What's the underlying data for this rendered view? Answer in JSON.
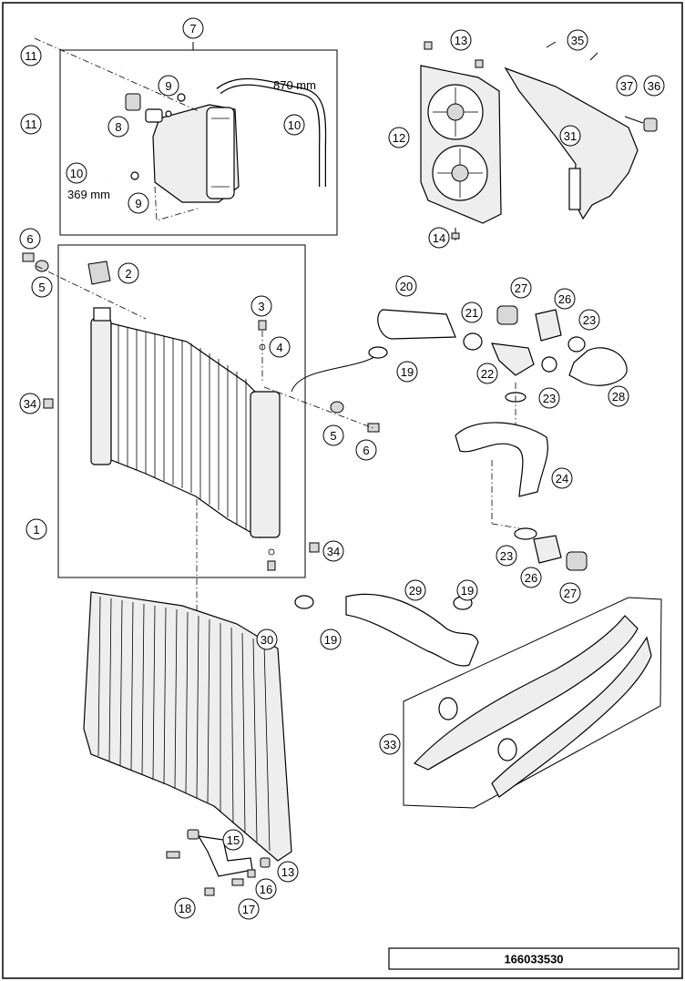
{
  "document_number": "166033530",
  "dimensions": {
    "hose_long": "870 mm",
    "hose_short": "369 mm"
  },
  "callouts": [
    {
      "id": "c7",
      "label": "7"
    },
    {
      "id": "c11a",
      "label": "11"
    },
    {
      "id": "c11b",
      "label": "11"
    },
    {
      "id": "c9a",
      "label": "9"
    },
    {
      "id": "c8",
      "label": "8"
    },
    {
      "id": "c10a",
      "label": "10"
    },
    {
      "id": "c10b",
      "label": "10"
    },
    {
      "id": "c9b",
      "label": "9"
    },
    {
      "id": "c13a",
      "label": "13"
    },
    {
      "id": "c35",
      "label": "35"
    },
    {
      "id": "c12",
      "label": "12"
    },
    {
      "id": "c31",
      "label": "31"
    },
    {
      "id": "c37",
      "label": "37"
    },
    {
      "id": "c36",
      "label": "36"
    },
    {
      "id": "c14",
      "label": "14"
    },
    {
      "id": "c6a",
      "label": "6"
    },
    {
      "id": "c5a",
      "label": "5"
    },
    {
      "id": "c2",
      "label": "2"
    },
    {
      "id": "c3",
      "label": "3"
    },
    {
      "id": "c4",
      "label": "4"
    },
    {
      "id": "c34a",
      "label": "34"
    },
    {
      "id": "c5b",
      "label": "5"
    },
    {
      "id": "c6b",
      "label": "6"
    },
    {
      "id": "c1",
      "label": "1"
    },
    {
      "id": "c34b",
      "label": "34"
    },
    {
      "id": "c20",
      "label": "20"
    },
    {
      "id": "c21",
      "label": "21"
    },
    {
      "id": "c27a",
      "label": "27"
    },
    {
      "id": "c26a",
      "label": "26"
    },
    {
      "id": "c23a",
      "label": "23"
    },
    {
      "id": "c19a",
      "label": "19"
    },
    {
      "id": "c22",
      "label": "22"
    },
    {
      "id": "c23b",
      "label": "23"
    },
    {
      "id": "c28",
      "label": "28"
    },
    {
      "id": "c24",
      "label": "24"
    },
    {
      "id": "c23c",
      "label": "23"
    },
    {
      "id": "c26b",
      "label": "26"
    },
    {
      "id": "c27b",
      "label": "27"
    },
    {
      "id": "c29",
      "label": "29"
    },
    {
      "id": "c19b",
      "label": "19"
    },
    {
      "id": "c19c",
      "label": "19"
    },
    {
      "id": "c30",
      "label": "30"
    },
    {
      "id": "c33",
      "label": "33"
    },
    {
      "id": "c15",
      "label": "15"
    },
    {
      "id": "c13b",
      "label": "13"
    },
    {
      "id": "c16",
      "label": "16"
    },
    {
      "id": "c17",
      "label": "17"
    },
    {
      "id": "c18",
      "label": "18"
    }
  ]
}
